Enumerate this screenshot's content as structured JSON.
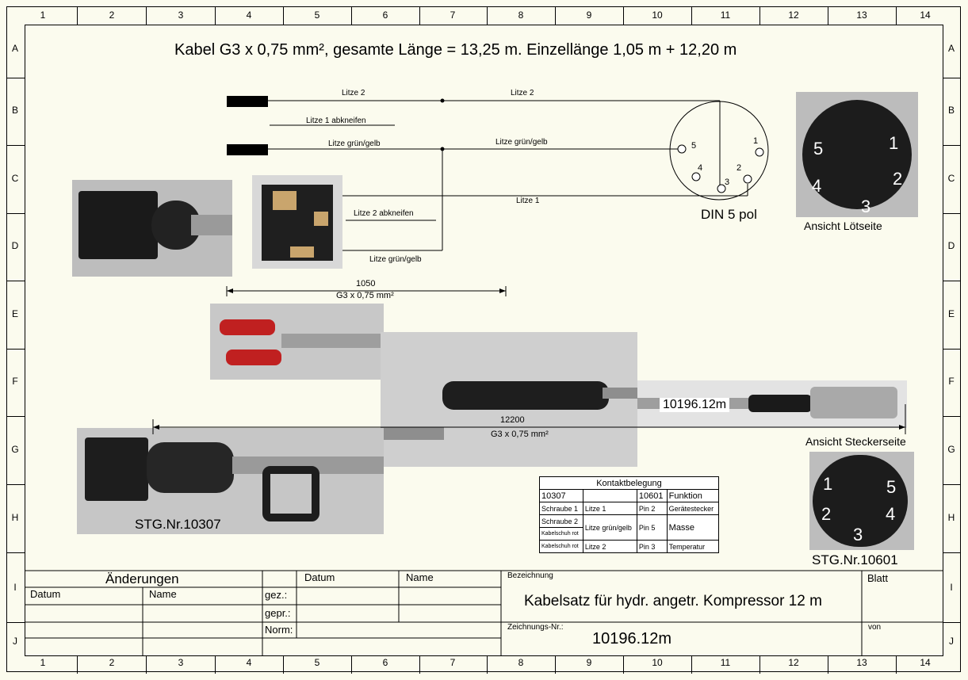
{
  "title": "Kabel G3 x 0,75 mm², gesamte Länge = 13,25 m. Einzellänge 1,05 m + 12,20 m",
  "grid": {
    "columns": [
      "1",
      "2",
      "3",
      "4",
      "5",
      "6",
      "7",
      "8",
      "9",
      "10",
      "11",
      "12",
      "13",
      "14"
    ],
    "rows": [
      "A",
      "B",
      "C",
      "D",
      "E",
      "F",
      "G",
      "H",
      "I",
      "J"
    ]
  },
  "wiring": {
    "litze2_a": "Litze 2",
    "litze2_b": "Litze 2",
    "litze1_abkneifen": "Litze 1 abkneifen",
    "litze_gg_a": "Litze grün/gelb",
    "litze_gg_b": "Litze grün/gelb",
    "litze2_abkneifen": "Litze 2 abkneifen",
    "litze1": "Litze 1",
    "litze_gg_c": "Litze grün/gelb",
    "din_label": "DIN 5 pol",
    "din_pins": [
      "1",
      "2",
      "3",
      "4",
      "5"
    ]
  },
  "dimensions": {
    "len1": "1050",
    "len1_spec": "G3 x 0,75 mm²",
    "len2": "12200",
    "len2_spec": "G3 x 0,75 mm²"
  },
  "photo_labels": {
    "cable_tag": "10196.12m",
    "loet": "Ansicht Lötseite",
    "stecker": "Ansicht Steckerseite",
    "stg_left": "STG.Nr.10307",
    "stg_right": "STG.Nr.10601",
    "loet_pins": [
      "5",
      "1",
      "4",
      "2",
      "3"
    ],
    "stecker_pins": [
      "1",
      "5",
      "2",
      "4",
      "3"
    ]
  },
  "contact_table": {
    "title": "Kontaktbelegung",
    "headers": [
      "10307",
      "",
      "10601",
      "Funktion"
    ],
    "rows": [
      [
        "Schraube 1",
        "Litze 1",
        "Pin 2",
        "Gerätestecker"
      ],
      [
        "Schraube 2",
        "Litze grün/gelb",
        "Pin 5",
        "Masse"
      ],
      [
        "Kabelschuh rot",
        "",
        "",
        ""
      ],
      [
        "Kabelschuh rot",
        "Litze 2",
        "Pin 3",
        "Temperatur"
      ]
    ]
  },
  "title_block": {
    "aenderungen": "Änderungen",
    "datum": "Datum",
    "name": "Name",
    "datum2": "Datum",
    "name2": "Name",
    "gez": "gez.:",
    "gepr": "gepr.:",
    "norm": "Norm:",
    "bezeichnung_label": "Bezeichnung",
    "bezeichnung": "Kabelsatz für hydr. angetr. Kompressor 12 m",
    "blatt": "Blatt",
    "zeichnungsnr_label": "Zeichnungs-Nr.:",
    "zeichnungsnr": "10196.12m",
    "von": "von"
  }
}
